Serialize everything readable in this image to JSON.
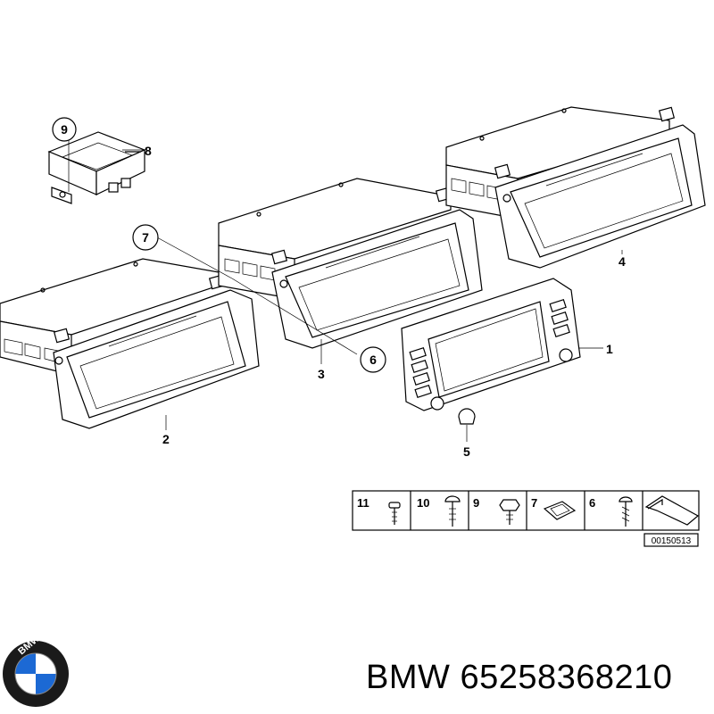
{
  "callouts": {
    "c1": "1",
    "c2": "2",
    "c3": "3",
    "c4": "4",
    "c5": "5",
    "c6": "6",
    "c7": "7",
    "c8": "8",
    "c9": "9"
  },
  "legend": {
    "items": [
      "11",
      "10",
      "9",
      "7",
      "6"
    ],
    "drawing_id": "00150513"
  },
  "footer": {
    "logo_letters": "BMW",
    "brand": "BMW",
    "part_number": "65258368210",
    "colors": {
      "blue": "#1c69d4",
      "ring": "#1a1a1a"
    }
  }
}
